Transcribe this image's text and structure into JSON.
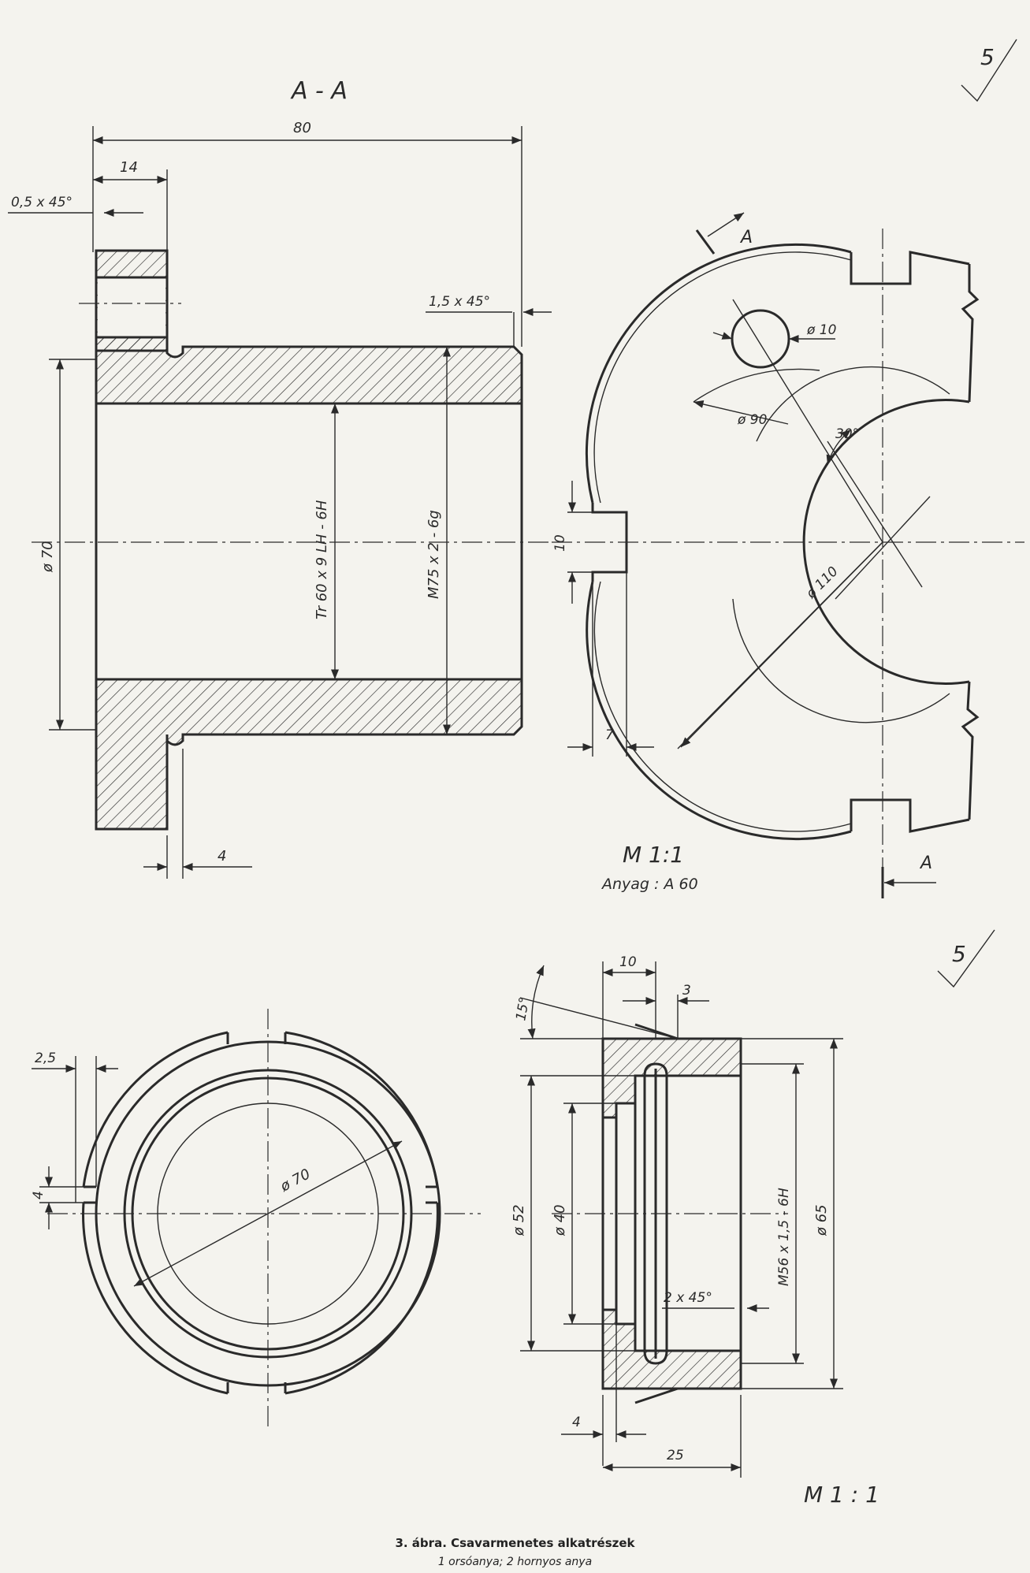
{
  "top_view": {
    "section_label": "A - A",
    "surface_mark": "5",
    "dims": {
      "length": "80",
      "flange": "14",
      "chamfer_left": "0,5 x 45°",
      "chamfer_right": "1,5 x 45°",
      "outer_diam": "ø 70",
      "thread_inner": "Tr 60 x 9 LH - 6H",
      "thread_outer": "M75 x 2 - 6g",
      "groove": "4",
      "slot": "10",
      "slot_depth": "7",
      "hole": "ø 10",
      "bolt_circle": "ø 90",
      "angle": "30°",
      "outer_circle": "ø 110"
    },
    "cut_label_top": "A",
    "cut_label_bottom": "A",
    "scale": "M 1:1",
    "material": "Anyag : A 60"
  },
  "bottom_view": {
    "surface_mark": "5",
    "dims": {
      "notch_width": "2,5",
      "notch_depth": "4",
      "diam_front": "ø 70",
      "width_top": "10",
      "chamfer_top": "3",
      "angle": "15°",
      "diam_52": "ø 52",
      "diam_40": "ø 40",
      "thread": "M56 x 1,5 - 6H",
      "diam_65": "ø 65",
      "chamfer": "2 x 45°",
      "depth_small": "4",
      "total_width": "25"
    },
    "scale": "M 1 : 1"
  },
  "caption": {
    "title": "3. ábra. Csavarmenetes alkatrészek",
    "subtitle": "1 orsóanya; 2 hornyos anya"
  }
}
